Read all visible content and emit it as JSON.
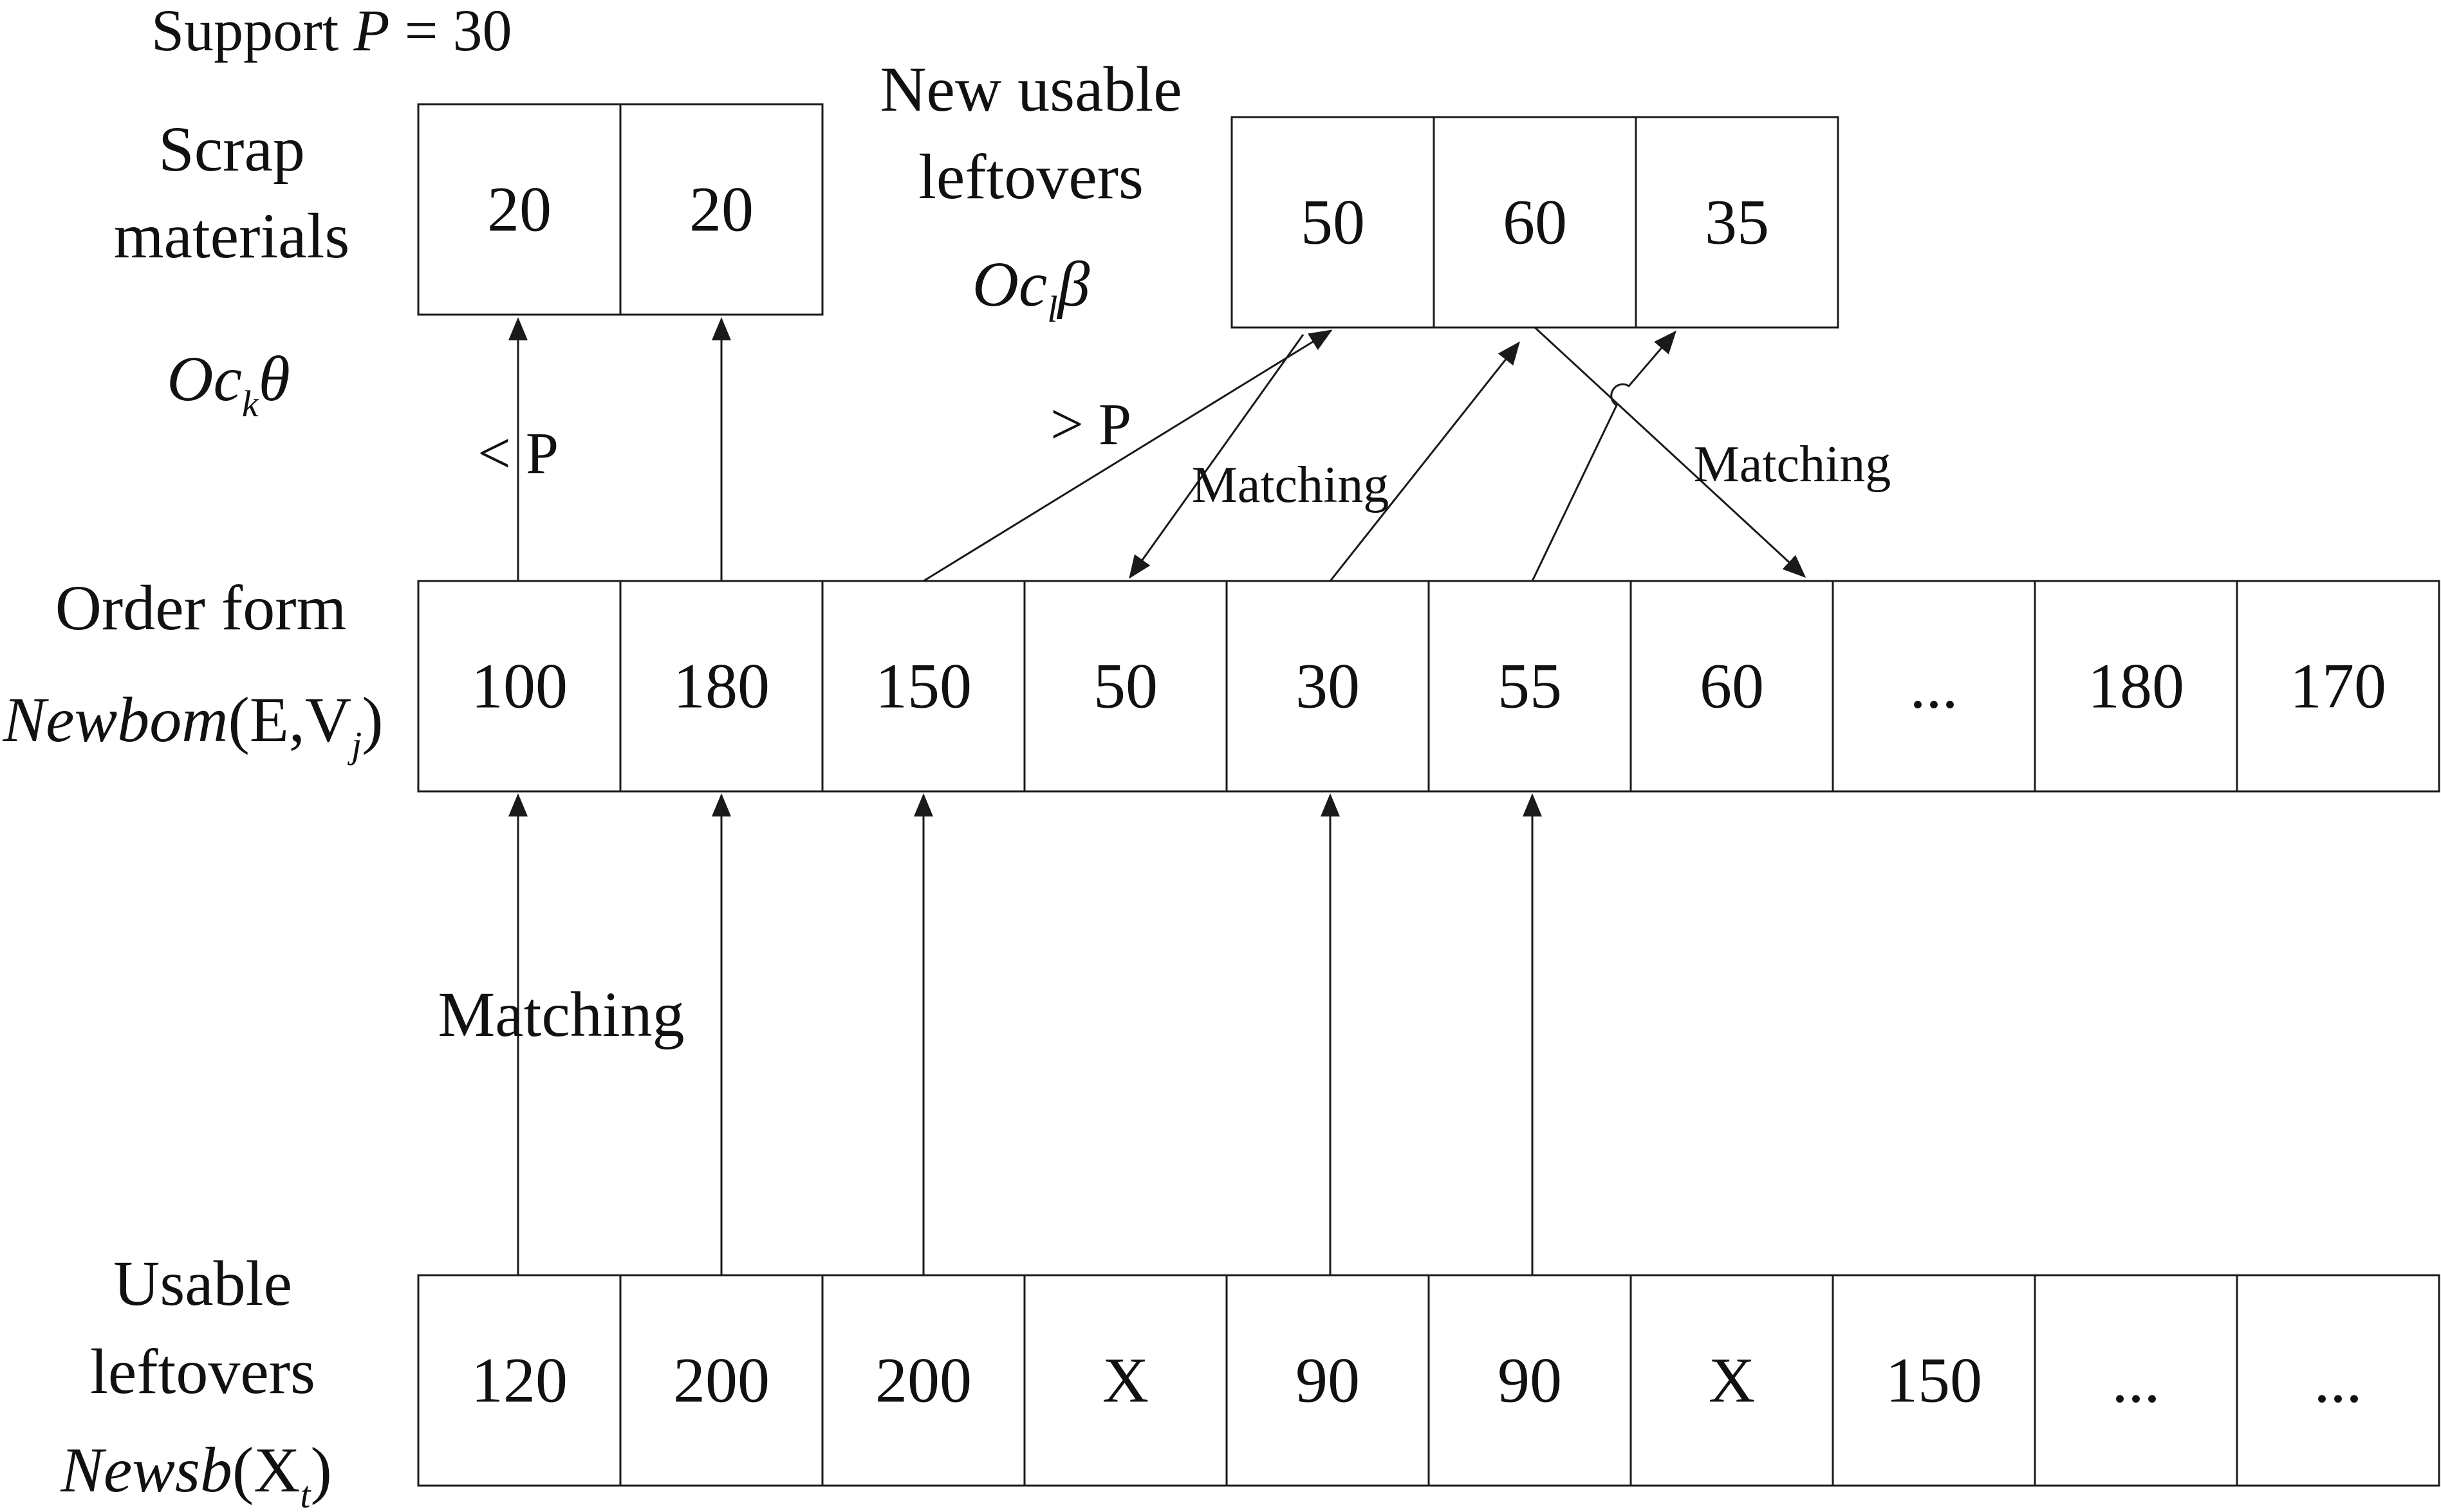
{
  "support": {
    "text": "Support ",
    "var": "P",
    "eq": " = 30"
  },
  "scrap": {
    "label_line1": "Scrap",
    "label_line2": "materials",
    "symbol_main": "Oc",
    "symbol_sub": "k",
    "symbol_tail": "θ",
    "cells": [
      "20",
      "20"
    ]
  },
  "new_leftovers": {
    "label_line1": "New usable",
    "label_line2": "leftovers",
    "symbol_main": "Oc",
    "symbol_sub": "l",
    "symbol_tail": "β",
    "cells": [
      "50",
      "60",
      "35"
    ]
  },
  "order": {
    "label_line1": "Order form",
    "symbol_main": "Newbom",
    "symbol_args_open": "(E,V",
    "symbol_sub": "j",
    "symbol_close": ")",
    "cells": [
      "100",
      "180",
      "150",
      "50",
      "30",
      "55",
      "60",
      "...",
      "180",
      "170"
    ]
  },
  "usable": {
    "label_line1": "Usable",
    "label_line2": "leftovers",
    "symbol_main": "Newsb",
    "symbol_args_open": "(X",
    "symbol_sub": "t",
    "symbol_close": ")",
    "cells": [
      "120",
      "200",
      "200",
      "X",
      "90",
      "90",
      "X",
      "150",
      "...",
      "..."
    ]
  },
  "annotations": {
    "less_p": "< P",
    "greater_p": "> P",
    "matching_left": "Matching",
    "matching_center": "Matching",
    "matching_right": "Matching"
  }
}
